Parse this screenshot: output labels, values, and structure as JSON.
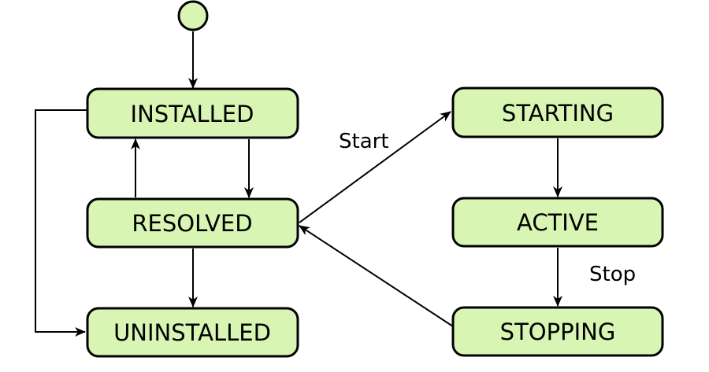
{
  "colors": {
    "state_fill": "#d8f5b4",
    "stroke": "#000000",
    "background": "#ffffff"
  },
  "states": {
    "installed": "INSTALLED",
    "resolved": "RESOLVED",
    "uninstalled": "UNINSTALLED",
    "starting": "STARTING",
    "active": "ACTIVE",
    "stopping": "STOPPING"
  },
  "transitions": {
    "start_label": "Start",
    "stop_label": "Stop"
  }
}
